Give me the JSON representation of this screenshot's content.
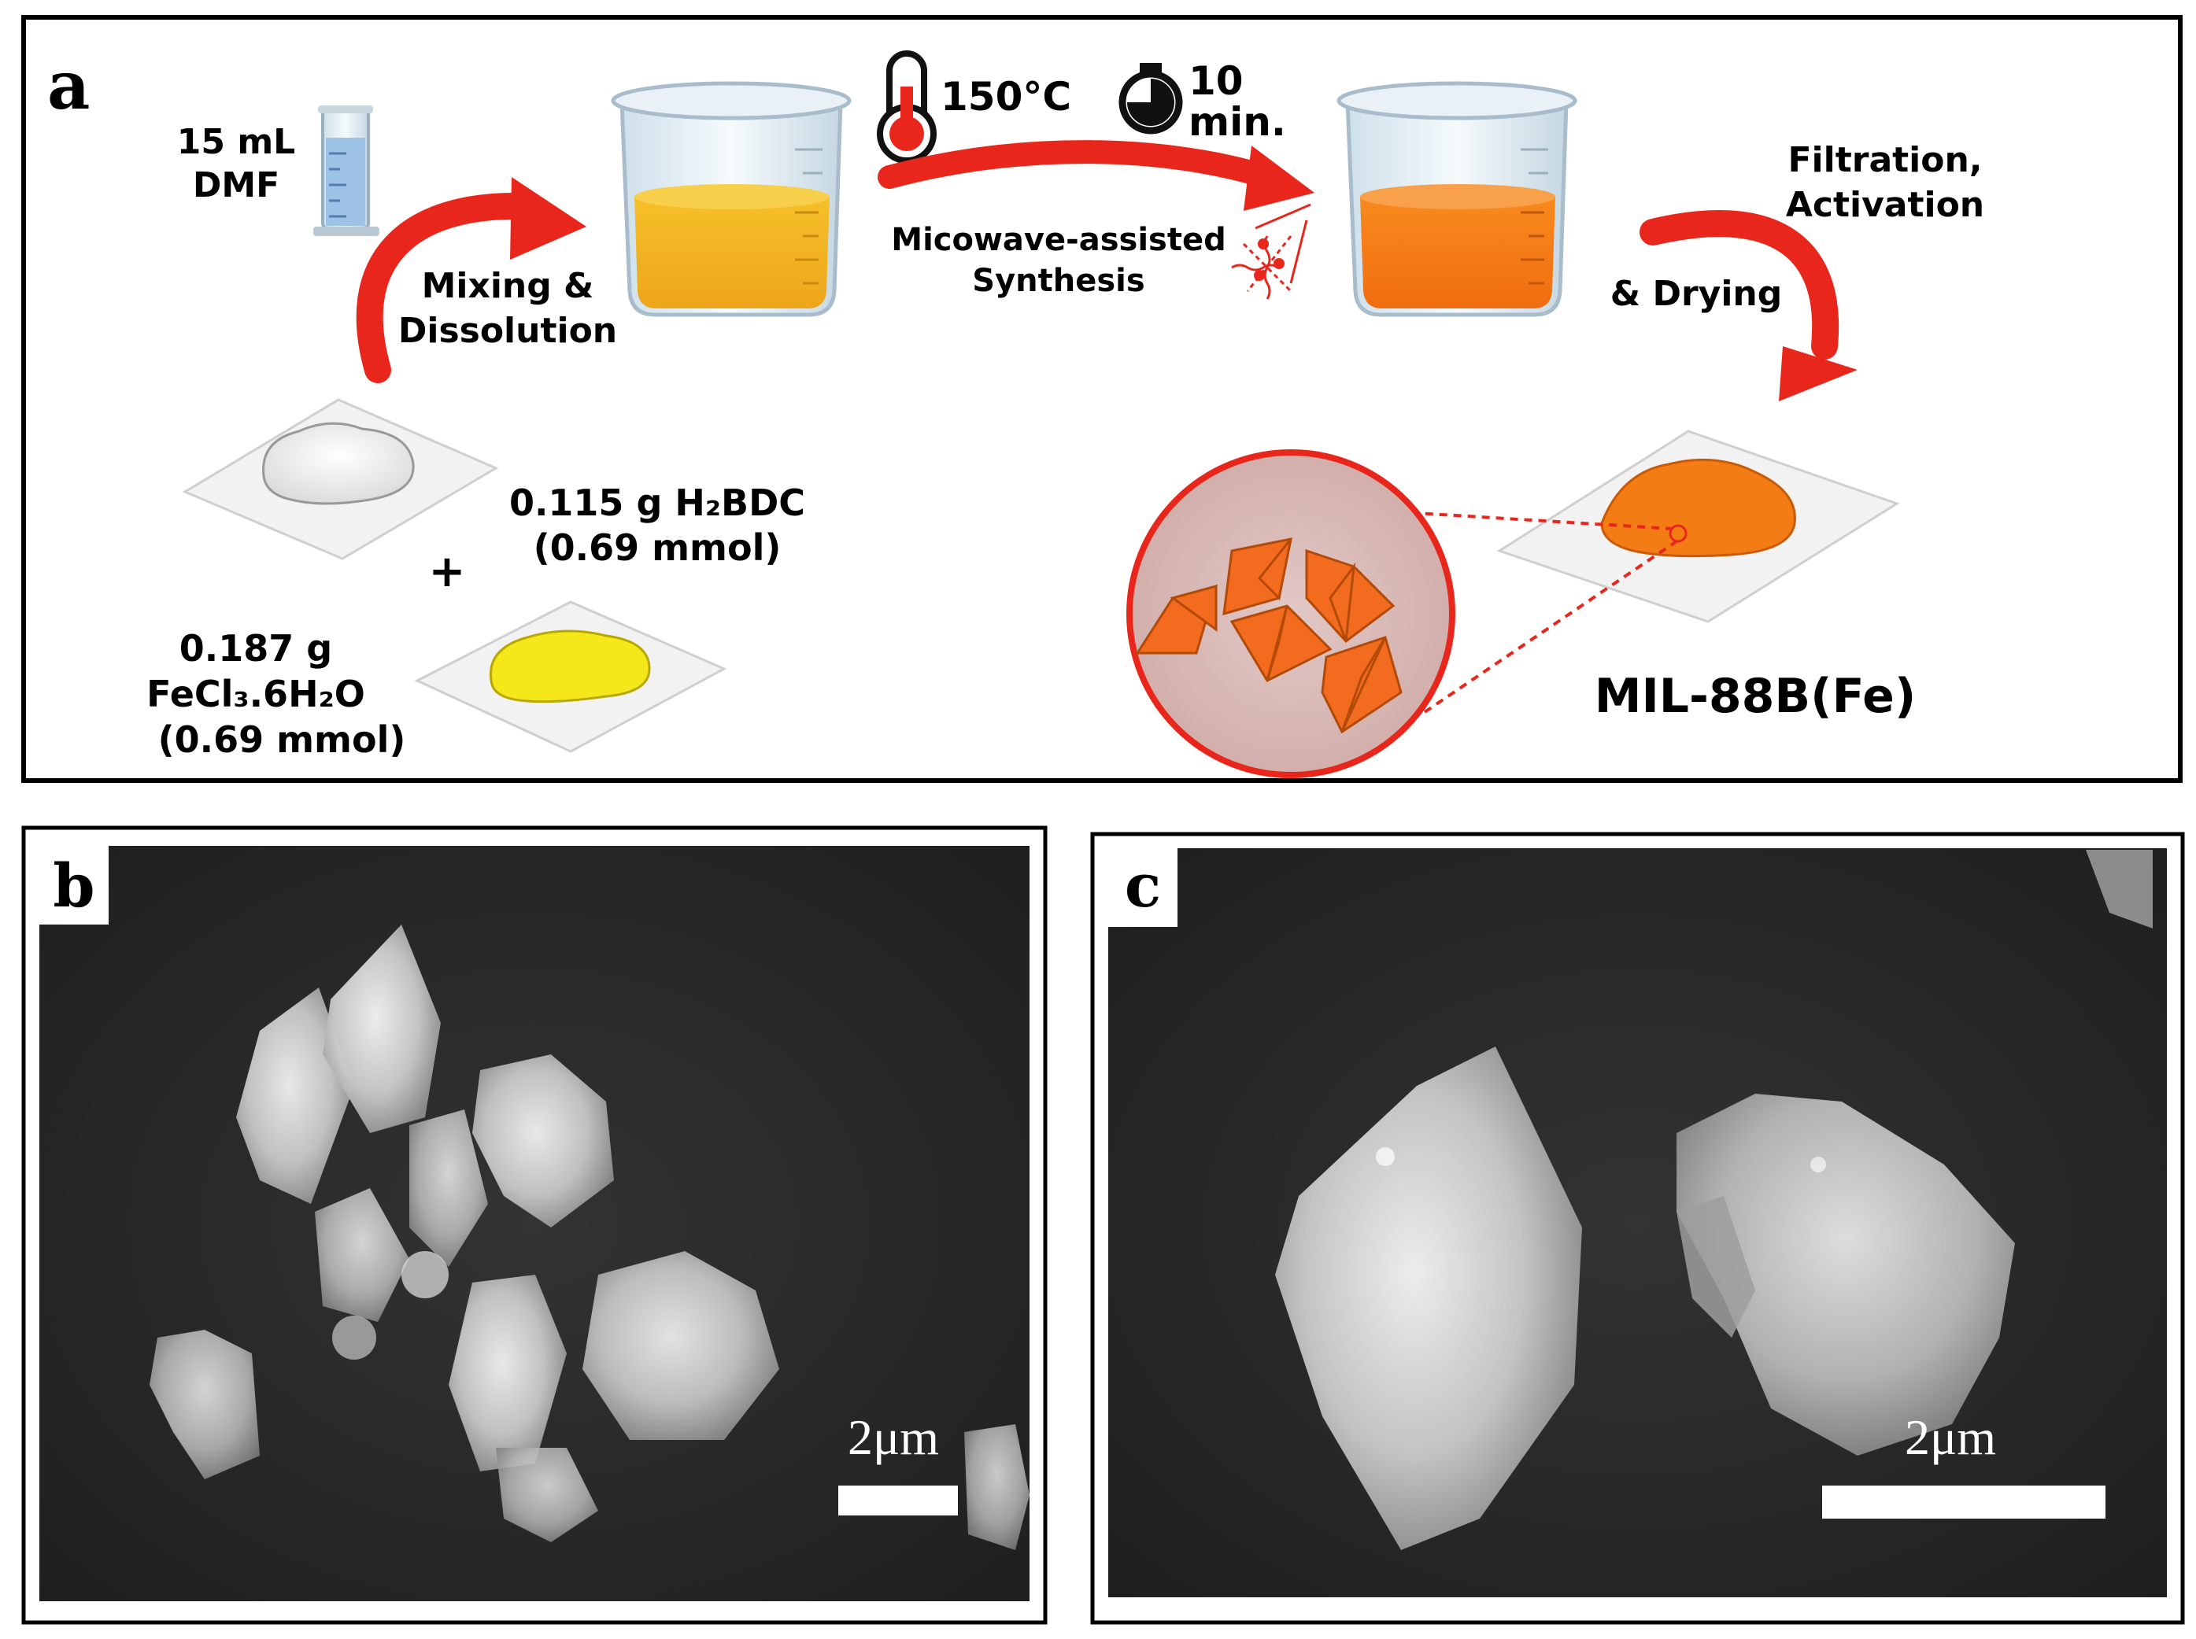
{
  "panel_a": {
    "label": "a",
    "dmf": {
      "line1": "15 mL",
      "line2": "DMF"
    },
    "mixing": {
      "line1": "Mixing &",
      "line2": "Dissolution"
    },
    "temperature": "150°C",
    "time": {
      "line1": "10",
      "line2": "min."
    },
    "synthesis": {
      "line1": "Micowave-assisted",
      "line2": "Synthesis"
    },
    "filtration": {
      "line1": "Filtration,",
      "line2": "Activation",
      "line3": "& Drying"
    },
    "h2bdc": {
      "line1": "0.115 g H₂BDC",
      "line2": "(0.69 mmol)"
    },
    "plus": "+",
    "fecl3": {
      "line1": "0.187 g",
      "line2": "FeCl₃.6H₂O",
      "line3": "(0.69 mmol)"
    },
    "product": "MIL-88B(Fe)"
  },
  "panel_b": {
    "label": "b",
    "scale": "2μm"
  },
  "panel_c": {
    "label": "c",
    "scale": "2μm"
  },
  "colors": {
    "arrow_red": "#e8261c",
    "yellow_solution": "#f2b01e",
    "orange_solution": "#f47c14",
    "crystal_orange": "#f26b1e",
    "sem_background": "#2a2a2a"
  }
}
